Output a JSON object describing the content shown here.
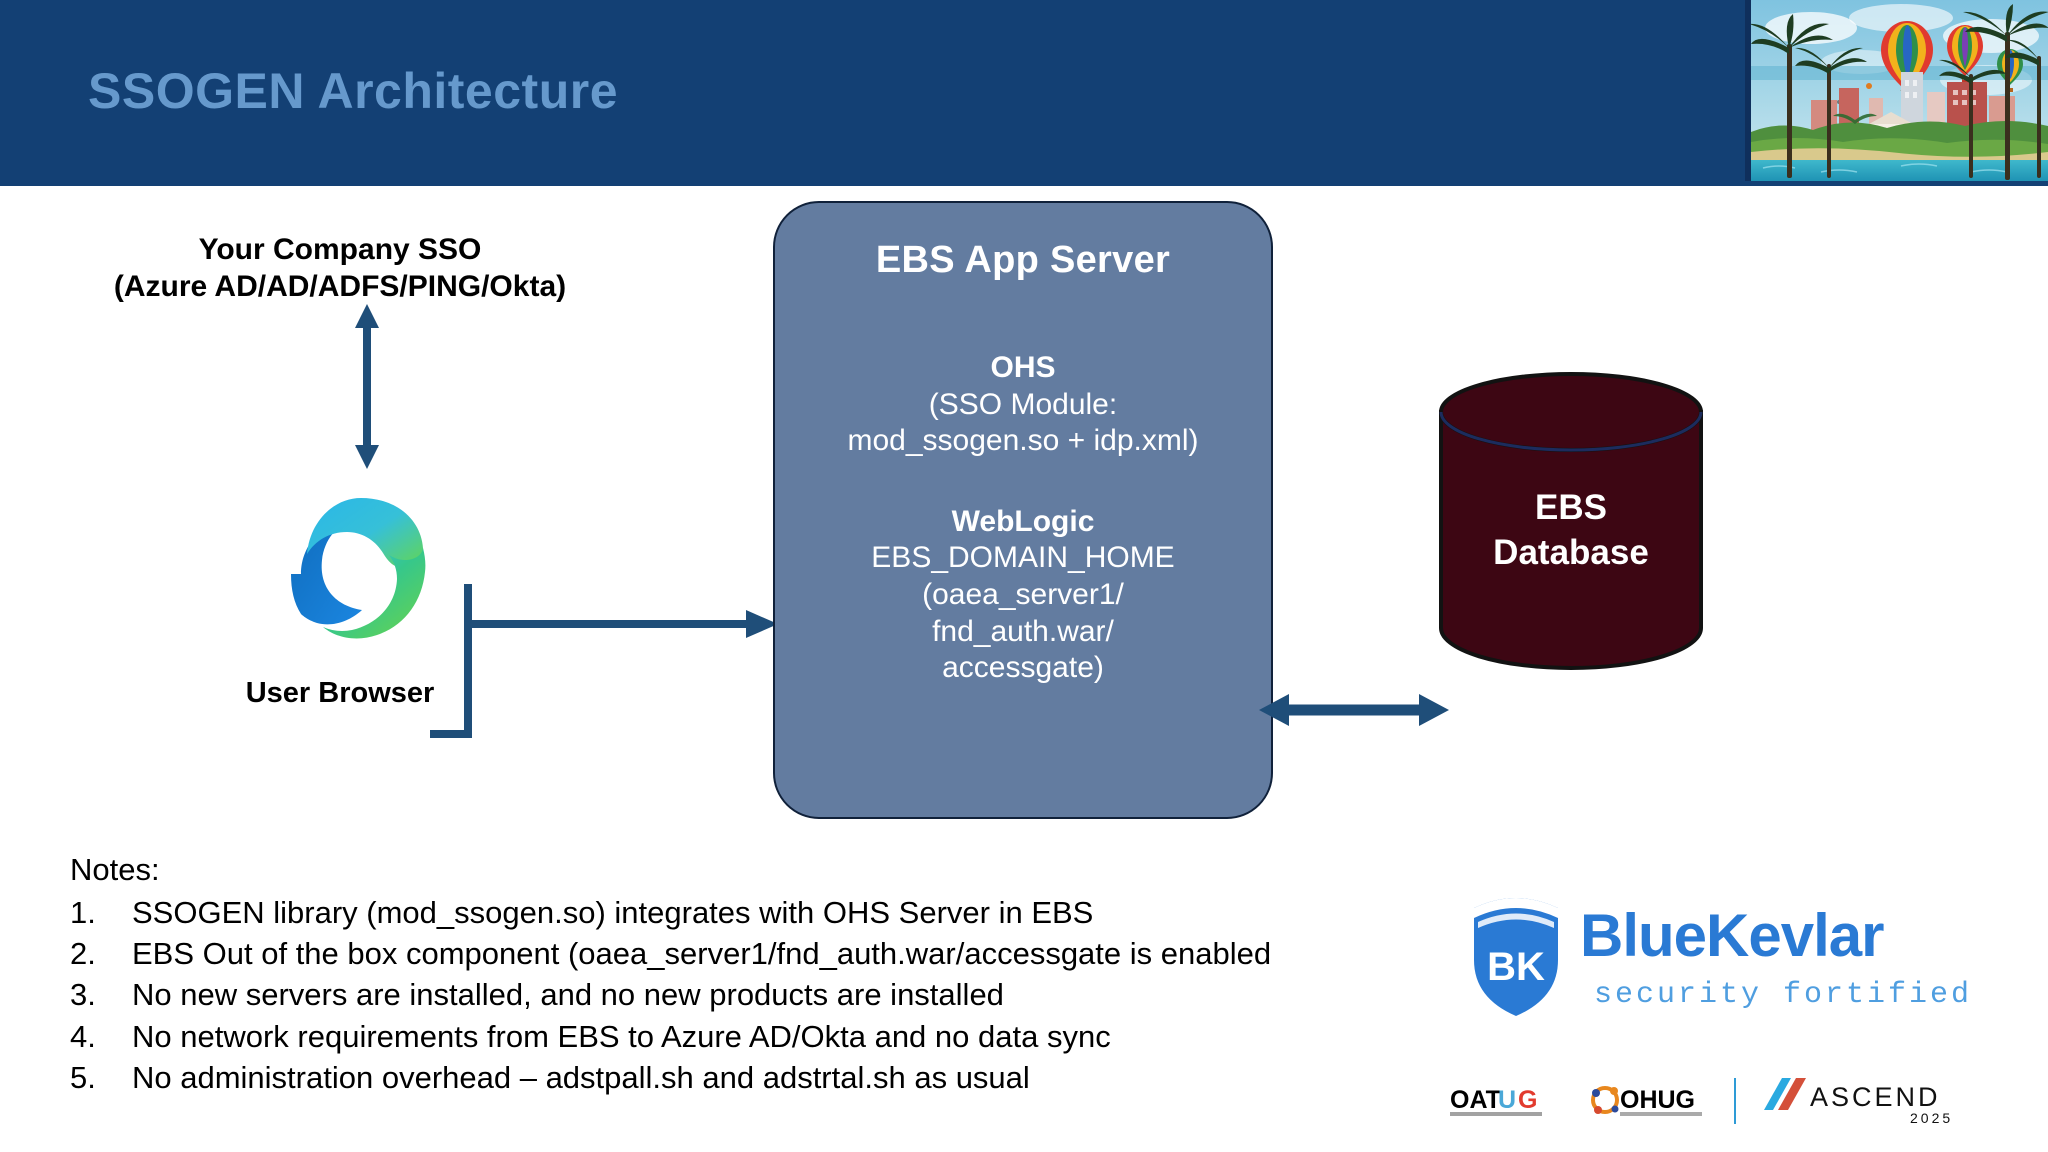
{
  "header": {
    "title": "SSOGEN Architecture",
    "band_color": "#134074",
    "title_color": "#6699cc",
    "hero_icon": "tropical-city-hot-air-balloons-illustration"
  },
  "diagram": {
    "sso_label": "Your Company SSO\n(Azure AD/AD/ADFS/PING/Okta)",
    "sso_label_line1": "Your Company SSO",
    "sso_label_line2": "(Azure AD/AD/ADFS/PING/Okta)",
    "browser_label": "User Browser",
    "browser_icon": "microsoft-edge-icon",
    "sso_arrow_icon": "double-headed-vertical-arrow-icon",
    "browser_connector_icon": "elbow-arrow-right-icon",
    "db_arrow_icon": "double-headed-horizontal-arrow-icon",
    "app_server": {
      "title": "EBS App Server",
      "fill_color": "#637ca0",
      "services": [
        {
          "name": "OHS",
          "lines": [
            "(SSO Module:",
            "mod_ssogen.so + idp.xml)"
          ]
        },
        {
          "name": "WebLogic",
          "lines": [
            "EBS_DOMAIN_HOME",
            "(oaea_server1/",
            "fnd_auth.war/",
            "accessgate)"
          ]
        }
      ]
    },
    "database": {
      "label_line1": "EBS",
      "label_line2": "Database",
      "fill_color": "#3d0613",
      "icon": "database-cylinder-icon"
    }
  },
  "notes": {
    "heading": "Notes:",
    "items": [
      {
        "num": "1.",
        "text": "SSOGEN library (mod_ssogen.so) integrates with OHS Server in EBS"
      },
      {
        "num": "2.",
        "text": "EBS Out of the box component (oaea_server1/fnd_auth.war/accessgate is enabled"
      },
      {
        "num": "3.",
        "text": "No new servers are installed, and no new products are installed"
      },
      {
        "num": "4.",
        "text": "No network requirements from EBS to Azure AD/Okta and no data sync"
      },
      {
        "num": "5.",
        "text": "No administration overhead – adstpall.sh and adstrtal.sh as usual"
      }
    ]
  },
  "branding": {
    "bluekevlar": {
      "mark_text": "BK",
      "name": "BlueKevlar",
      "tagline": "security fortified",
      "color": "#2a7ad4",
      "icon": "shield-bk-icon"
    },
    "partners": [
      {
        "name": "OATUG",
        "icon": "oatug-logo-icon"
      },
      {
        "name": "OHUG",
        "icon": "ohug-logo-icon"
      },
      {
        "name": "Ascend",
        "year": "2025",
        "icon": "ascend-logo-icon"
      }
    ]
  }
}
